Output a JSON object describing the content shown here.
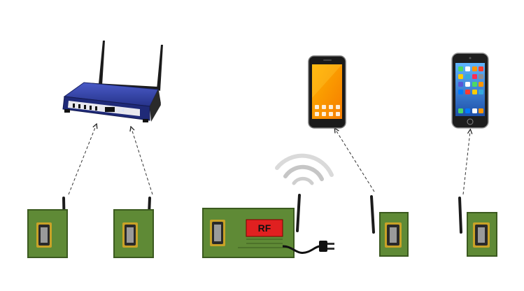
{
  "labels": {
    "rf_chip": "RF"
  },
  "colors": {
    "background": "#ffffff",
    "board_green": "#5f8a36",
    "board_edge": "#3b5a1f",
    "router_blue": "#2f3f9e",
    "rf_red": "#e02020",
    "link_line": "#333333",
    "signal_arc": "#bdbdbd"
  },
  "nodes": [
    {
      "id": "router",
      "kind": "wifi-router"
    },
    {
      "id": "android-phone",
      "kind": "smartphone"
    },
    {
      "id": "iphone",
      "kind": "smartphone"
    },
    {
      "id": "wifi-module-1",
      "kind": "wireless-module"
    },
    {
      "id": "wifi-module-2",
      "kind": "wireless-module"
    },
    {
      "id": "rf-transmitter-board",
      "kind": "rf-board-with-power-plug"
    },
    {
      "id": "ble-module-1",
      "kind": "wireless-module"
    },
    {
      "id": "ble-module-2",
      "kind": "wireless-module"
    }
  ],
  "links": [
    {
      "from": "wifi-module-1",
      "to": "router",
      "style": "dashed"
    },
    {
      "from": "wifi-module-2",
      "to": "router",
      "style": "dashed"
    },
    {
      "from": "ble-module-1",
      "to": "android-phone",
      "style": "dashed"
    },
    {
      "from": "ble-module-2",
      "to": "iphone",
      "style": "dashed"
    }
  ]
}
